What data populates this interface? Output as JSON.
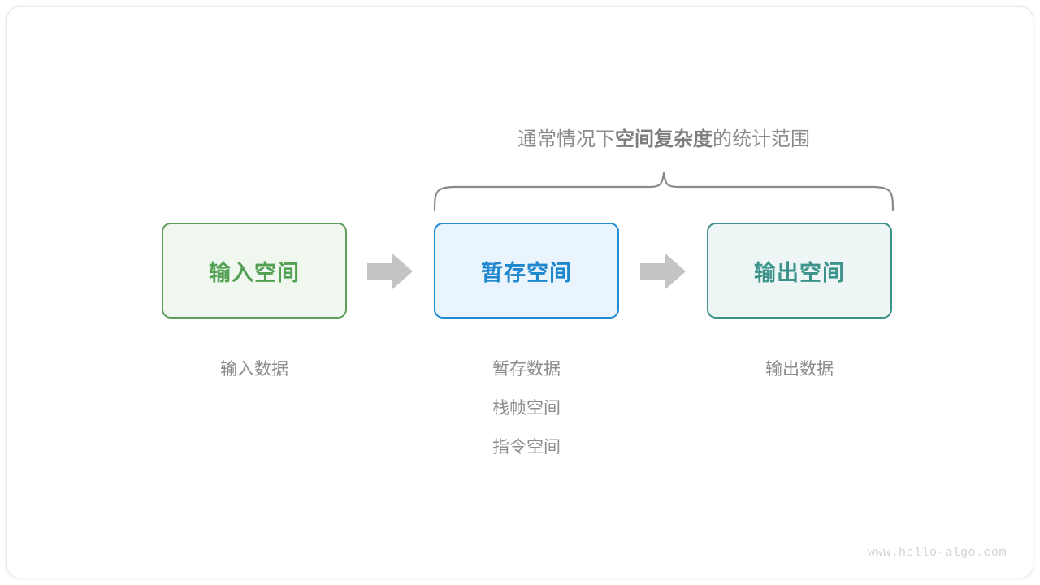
{
  "diagram": {
    "scope_caption": {
      "prefix": "通常情况下",
      "emphasis": "空间复杂度",
      "suffix": "的统计范围"
    },
    "boxes": [
      {
        "name": "input-space",
        "label": "输入空间",
        "border_color": "#5e9e5c",
        "fill_color": "#f0f7ef",
        "text_color": "#53a152"
      },
      {
        "name": "temp-space",
        "label": "暂存空间",
        "border_color": "#1f8bd1",
        "fill_color": "#e9f4fc",
        "text_color": "#1f87cd"
      },
      {
        "name": "output-space",
        "label": "输出空间",
        "border_color": "#3d9189",
        "fill_color": "#edf6f4",
        "text_color": "#3d938b"
      }
    ],
    "arrows": [
      {
        "name": "arrow-input-to-temp",
        "color": "#c4c4c4"
      },
      {
        "name": "arrow-temp-to-output",
        "color": "#c4c4c4"
      }
    ],
    "captions": {
      "input": [
        "输入数据"
      ],
      "temp": [
        "暂存数据",
        "栈帧空间",
        "指令空间"
      ],
      "output": [
        "输出数据"
      ]
    },
    "brace": {
      "name": "scope-brace",
      "color": "#8a8a8a"
    },
    "watermark": "www.hello-algo.com"
  }
}
